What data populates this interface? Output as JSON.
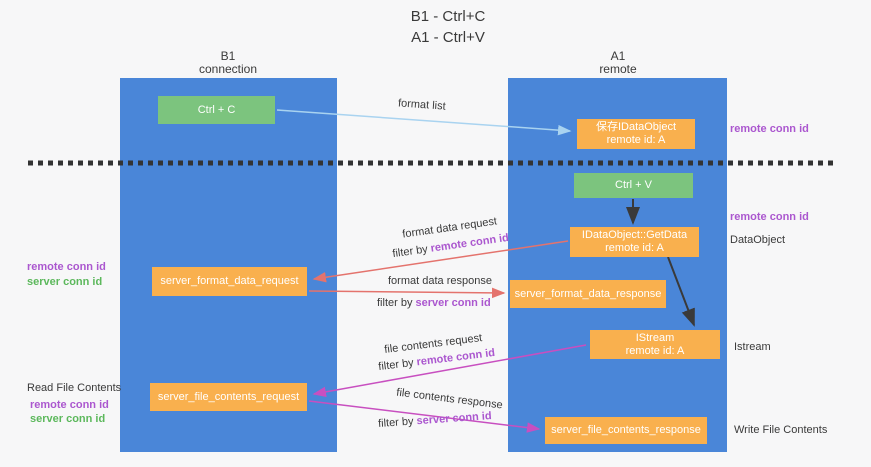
{
  "title": {
    "line1": "B1 - Ctrl+C",
    "line2": "A1 - Ctrl+V"
  },
  "columns": {
    "b1": {
      "name": "B1",
      "role": "connection"
    },
    "a1": {
      "name": "A1",
      "role": "remote"
    }
  },
  "boxes": {
    "ctrl_c": {
      "label": "Ctrl + C"
    },
    "ctrl_v": {
      "label": "Ctrl + V"
    },
    "save_idataobject": {
      "line1": "保存IDataObject",
      "line2": "remote id: A"
    },
    "idataobject_getdata": {
      "line1": "IDataObject::GetData",
      "line2": "remote id: A"
    },
    "istream": {
      "line1": "IStream",
      "line2": "remote id: A"
    },
    "server_format_data_request": {
      "label": "server_format_data_request"
    },
    "server_format_data_response": {
      "label": "server_format_data_response"
    },
    "server_file_contents_request": {
      "label": "server_file_contents_request"
    },
    "server_file_contents_response": {
      "label": "server_file_contents_response"
    }
  },
  "arrow_labels": {
    "format_list": "format list",
    "format_data_request": "format data request",
    "format_data_response": "format data response",
    "file_contents_request": "file contents request",
    "file_contents_response": "file contents response",
    "filter_by_prefix": "filter by ",
    "remote_conn_id": "remote conn id",
    "server_conn_id": "server conn id"
  },
  "side_labels": {
    "left_mid_remote": "remote conn id",
    "left_mid_server": "server conn id",
    "read_file_contents": "Read File Contents",
    "left_bottom_remote": "remote conn id",
    "left_bottom_server": "server conn id",
    "right_top_remote": "remote conn id",
    "right_mid_remote": "remote conn id",
    "dataobject": "DataObject",
    "istream": "Istream",
    "write_file_contents": "Write File Contents"
  },
  "colors": {
    "lifeline_blue": "#4a86d8",
    "node_orange": "#f9b04e",
    "node_green": "#7cc47e",
    "remote_conn_purple": "#ab57cf",
    "server_conn_green": "#5cb85c",
    "format_arrow_red": "#e4736d",
    "file_arrow_magenta": "#c84fc0",
    "format_list_arrow_blue": "#a9d3f0",
    "black_arrow": "#3a3a3a",
    "dashed_separator": "#333333"
  }
}
